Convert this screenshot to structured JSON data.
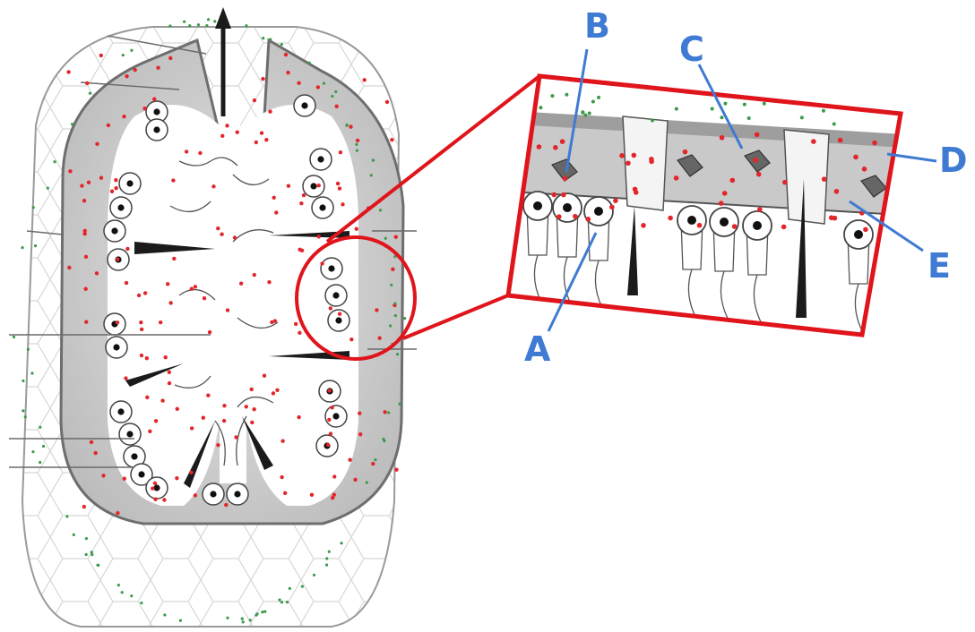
{
  "figure": {
    "colors": {
      "label": "#3f7ad3",
      "zoom": "#e0141b",
      "tissue": "#c9c9c9",
      "tissue_dark": "#8f8f8f",
      "outline": "#555555",
      "dots_red": "#e3262b",
      "dots_green": "#3a9a4a"
    },
    "icons": [
      "up-arrow-icon",
      "zoom-circle",
      "zoom-box"
    ],
    "labels": {
      "a": "A",
      "b": "B",
      "c": "C",
      "d": "D",
      "e": "E"
    }
  }
}
